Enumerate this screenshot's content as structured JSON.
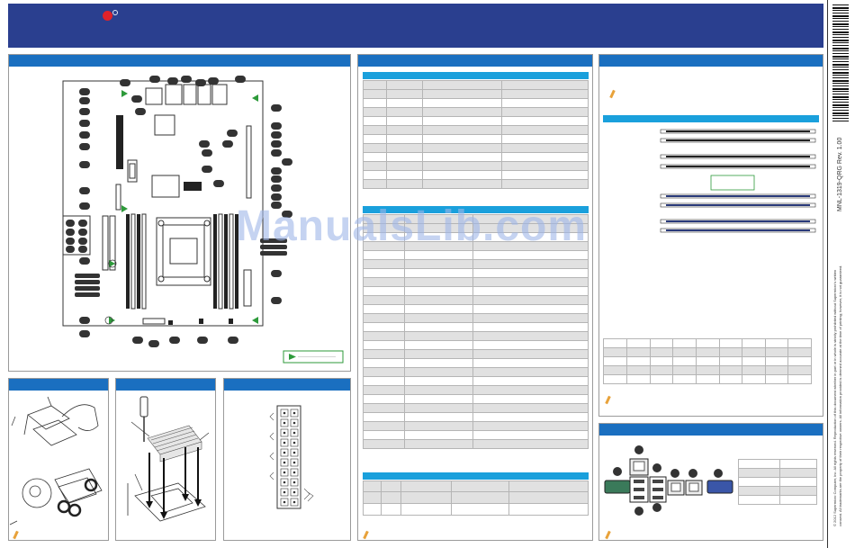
{
  "document": {
    "watermark": "ManualsLib.com",
    "doc_number": "MNL-1319-QRG  Rev. 1.00",
    "legal_line_1": "© 2012 Supermicro Computer, Inc.  All rights reserved.  Reproduction of this document whether in part or in whole is strictly prohibited without Supermicro's written",
    "legal_line_2": "consent.  All trademarks are the property of their respective owners.  All information provided is deemed accurate at the time of printing; however, it is not guaranteed."
  },
  "colors": {
    "header_bar": "#2a3f8f",
    "panel_header": "#1a6fc0",
    "sub_header": "#1aa0dc",
    "logo_dot": "#e0222a",
    "arrow_green": "#2d9a3a",
    "note_orange": "#e8a23a"
  },
  "icons": {
    "arrow": "green-arrow-icon",
    "note": "pencil-note-icon",
    "screwdriver": "screwdriver-icon"
  }
}
